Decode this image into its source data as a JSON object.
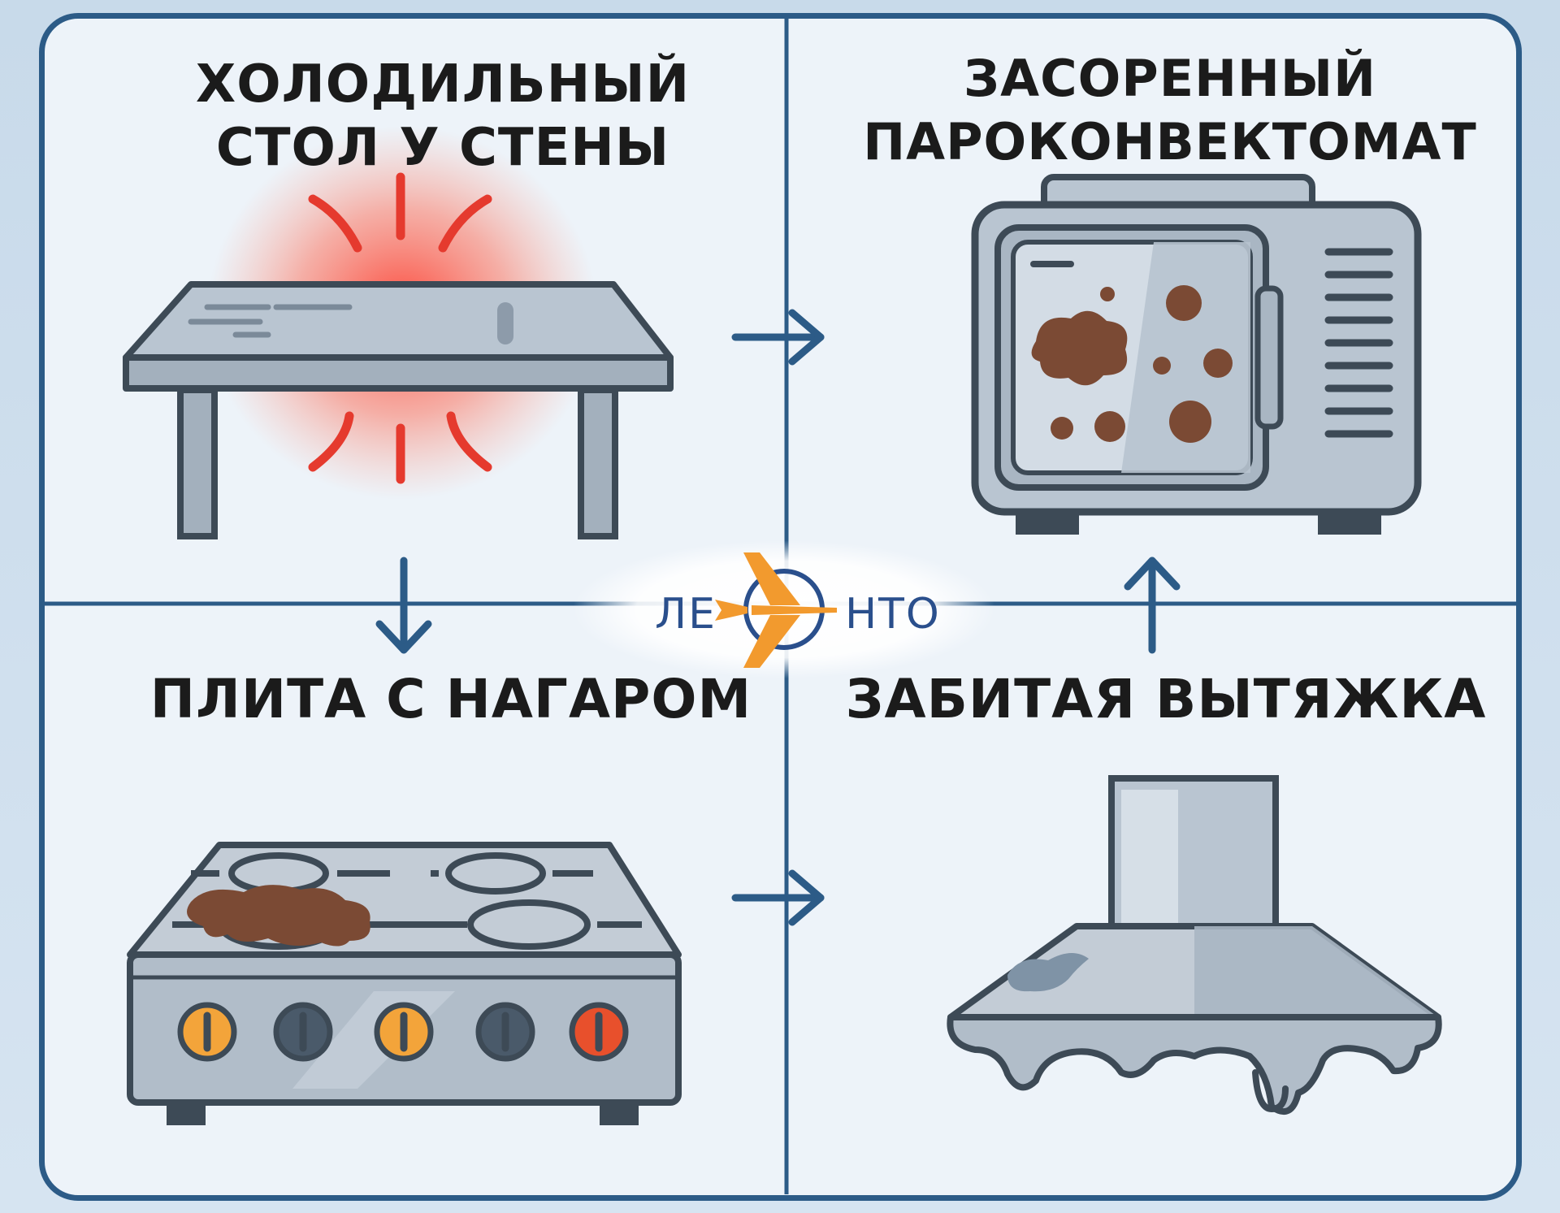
{
  "panels": [
    {
      "id": "cold-table",
      "title_lines": [
        "ХОЛОДИЛЬНЫЙ",
        "СТОЛ У СТЕНЫ"
      ]
    },
    {
      "id": "combi-oven",
      "title_lines": [
        "ЗАСОРЕННЫЙ",
        "ПАРОКОНВЕКТОМАТ"
      ]
    },
    {
      "id": "stove",
      "title_lines": [
        "ПЛИТА С НАГАРОМ"
      ]
    },
    {
      "id": "hood",
      "title_lines": [
        "ЗАБИТАЯ ВЫТЯЖКА"
      ]
    }
  ],
  "logo": {
    "left": "ЛЕ",
    "right": "НТО"
  },
  "colors": {
    "frame": "#2c5b87",
    "panel_bg": "#edf3f9",
    "metal": "#a9b6c3",
    "metal_light": "#c9d3dc",
    "outline": "#3d4a56",
    "heat": "#e53a2e",
    "grease": "#7b4a34",
    "knob_orange": "#f3a43a",
    "knob_dark": "#4a5a6a",
    "knob_red": "#e8502c",
    "logo_orange": "#f29a2e",
    "logo_blue": "#2a4f8c"
  },
  "icons": [
    "arrow-right-icon",
    "arrow-down-icon",
    "arrow-up-icon",
    "heat-glow-icon",
    "grease-stain-icon",
    "logo-plane-icon"
  ]
}
